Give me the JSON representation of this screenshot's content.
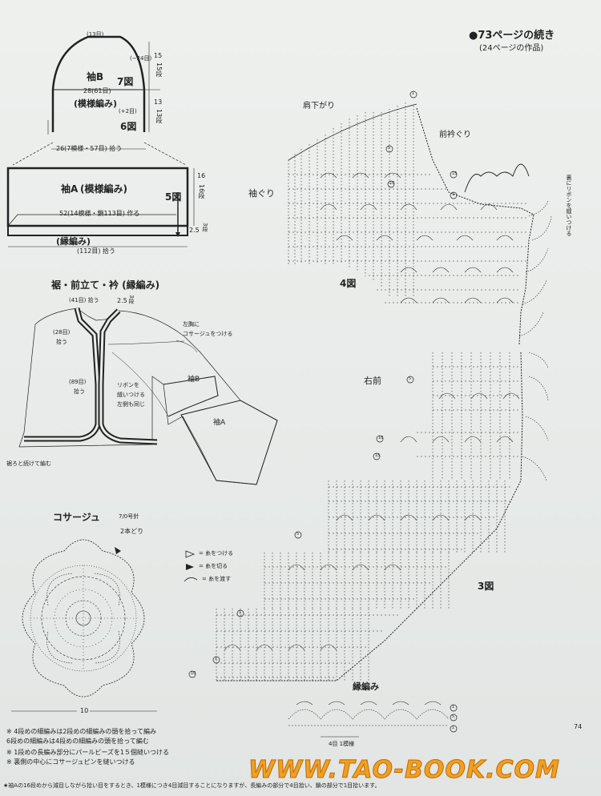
{
  "header": {
    "title": "●73ページの続き",
    "subtitle": "(24ページの作品)"
  },
  "sleeve_b": {
    "top_count": "(13目)",
    "name": "袖B",
    "fig": "7図",
    "width_count": "28(61目)",
    "pattern": "(模様編み)",
    "fig2": "6図",
    "dec_label": "(−24目)",
    "inc_label": "(+2目)",
    "height1": "15",
    "rows1": "15段",
    "height2": "13",
    "rows2": "13段",
    "pickup": "26(7模様・57目) 拾う"
  },
  "sleeve_a": {
    "name": "袖A",
    "pattern": "(模様編み)",
    "fig": "5図",
    "height": "16",
    "rows": "16段",
    "chain": "52(14模様・鎖113目) 作る",
    "edge_h": "2.5",
    "edge_rows": "3段",
    "edge_label": "(縁編み)",
    "edge_pick": "(112目) 拾う"
  },
  "body": {
    "title": "裾・前立て・衿 (縁編み)",
    "c1": "(41目) 拾う",
    "c1h": "2.5",
    "c1r": "3段",
    "c2": "(28目)",
    "c2b": "拾う",
    "c3": "(89目)",
    "c3b": "拾う",
    "corsage_note1": "左胸に",
    "corsage_note2": "コサージュをつける",
    "ribbon1": "リボンを",
    "ribbon2": "縫いつける",
    "ribbon3": "左側も同じ",
    "label_b": "袖B",
    "label_a": "袖A",
    "cont": "裾ろと続けて編む"
  },
  "corsage": {
    "title": "コサージュ",
    "needle": "7/0号針",
    "strands": "2本どり",
    "width": "10"
  },
  "legend": {
    "attach": "= 糸をつける",
    "cut": "= 糸を切る",
    "pass": "= 糸を渡す"
  },
  "fig4": {
    "shoulder": "肩下がり",
    "neck": "前衿ぐり",
    "arm": "袖ぐり",
    "fig": "4図",
    "ribbon": "裏にリボンを縫いつける"
  },
  "fig3": {
    "right_front": "右前",
    "fig": "3図",
    "edge": "縁編み",
    "repeat": "4目 1模様"
  },
  "row_markers": [
    "1",
    "5",
    "10",
    "15",
    "1",
    "5",
    "10",
    "15",
    "5",
    "1",
    "1",
    "10",
    "1",
    "5",
    "1",
    "1",
    "5",
    "1"
  ],
  "notes": [
    "※ 4段めの細編みは2段めの細編みの頭を拾って編み",
    "   6段めの細編みは4段めの細編みの頭を拾って編む",
    "※ 1段めの長編み部分にパールビーズを1５個縫いつける",
    "※ 裏側の中心にコサージュピンを縫いつける",
    "★袖Aの16段めから減目しながら拾い目をするとき、1模様につき4目減目することになりますが、長編みの部分で4目拾い、鎖の部分で1目拾います。"
  ],
  "page_number": "74",
  "watermark": "WWW.TAO-BOOK.COM",
  "colors": {
    "ink": "#222222",
    "paper": "#e9ecea",
    "watermark": "#f0a020"
  }
}
